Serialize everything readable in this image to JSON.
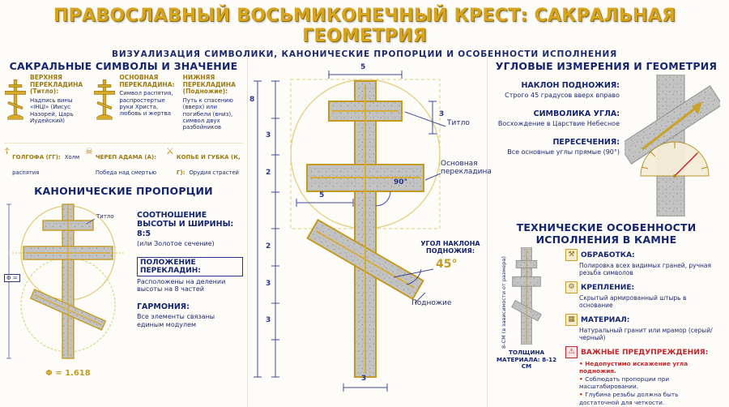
{
  "header": {
    "title": "ПРАВОСЛАВНЫЙ ВОСЬМИКОНЕЧНЫЙ КРЕСТ: САКРАЛЬНАЯ ГЕОМЕТРИЯ",
    "subtitle": "ВИЗУАЛИЗАЦИЯ СИМВОЛИКИ, КАНОНИЧЕСКИЕ ПРОПОРЦИИ И ОСОБЕННОСТИ ИСПОЛНЕНИЯ"
  },
  "sacred": {
    "title": "САКРАЛЬНЫЕ СИМВОЛЫ И ЗНАЧЕНИЕ",
    "items": [
      {
        "heading": "ВЕРХНЯЯ ПЕРЕКЛАДИНА (Титло):",
        "text": "Надпись вины «ІНЦІ» (Иисус Назорей, Царь Иудейский)"
      },
      {
        "heading": "ОСНОВНАЯ ПЕРЕКЛАДИНА:",
        "text": "Символ распятия, распростертые руки Христа, любовь и жертва"
      },
      {
        "heading": "НИЖНЯЯ ПЕРЕКЛАДИНА (Подножие):",
        "text": "Путь к спасению (вверх) или погибели (вниз), символ двух разбойников"
      }
    ],
    "glossary": [
      {
        "icon": "golgotha-cross-icon",
        "glyph": "☦",
        "heading": "ГОЛГОФА (ГГ):",
        "text": "Холм распятия"
      },
      {
        "icon": "skull-icon",
        "glyph": "☠",
        "heading": "ЧЕРЕП АДАМА (А):",
        "text": "Победа над смертью"
      },
      {
        "icon": "spear-sponge-icon",
        "glyph": "⚔",
        "heading": "КОПЬЕ И ГУБКА (К, Г):",
        "text": "Орудия страстей"
      }
    ]
  },
  "proportions": {
    "title": "КАНОНИЧЕСКИЕ ПРОПОРЦИИ",
    "titlo_label": "Титло",
    "phi_mark": "Φ =",
    "phi_value": "Φ = 1.618",
    "items": [
      {
        "heading": "СООТНОШЕНИЕ ВЫСОТЫ И ШИРИНЫ: 8:5",
        "text": "(или Золотое сечение)"
      },
      {
        "heading": "ПОЛОЖЕНИЕ ПЕРЕКЛАДИН:",
        "text": "Расположены на делении высоты на 8 частей"
      },
      {
        "heading": "ГАРМОНИЯ:",
        "text": "Все элементы связаны единым модулем"
      }
    ]
  },
  "diagram": {
    "dims": {
      "top_width": "5",
      "titlo_height": "3",
      "beam_width": "5",
      "base_width": "3",
      "total_height": "8",
      "left": [
        "3",
        "2",
        "2",
        "3",
        "3"
      ]
    },
    "labels": {
      "titlo": "Титло",
      "main_beam": "Основная перекладина",
      "right_angle": "90°",
      "foot_angle_heading": "УГОЛ НАКЛОНА ПОДНОЖИЯ:",
      "foot_angle_value": "45°",
      "foot": "Подножие"
    }
  },
  "angular": {
    "title": "УГЛОВЫЕ ИЗМЕРЕНИЯ И ГЕОМЕТРИЯ",
    "items": [
      {
        "heading": "НАКЛОН ПОДНОЖИЯ:",
        "text": "Строго 45 градусов вверх вправо"
      },
      {
        "heading": "СИМВОЛИКА УГЛА:",
        "text": "Восхождение в Царствие Небесное"
      },
      {
        "heading": "ПЕРЕСЕЧЕНИЯ:",
        "text": "Все основные углы прямые (90°)"
      }
    ]
  },
  "technical": {
    "title": "ТЕХНИЧЕСКИЕ ОСОБЕННОСТИ ИСПОЛНЕНИЯ В КАМНЕ",
    "thickness_caption": "ТОЛЩИНА МАТЕРИАЛА: 8-12 СМ",
    "thickness_side_note": "8-СМ (в зависимости от размера)",
    "items": [
      {
        "icon": "tools-icon",
        "glyph": "⚒",
        "heading": "ОБРАБОТКА:",
        "text": "Полировка всех видимых граней, ручная резьба символов"
      },
      {
        "icon": "fastening-icon",
        "glyph": "⚙",
        "heading": "КРЕПЛЕНИЕ:",
        "text": "Скрытый армированный штырь в основание"
      },
      {
        "icon": "material-icon",
        "glyph": "▦",
        "heading": "МАТЕРИАЛ:",
        "text": "Натуральный гранит или мрамор (серый/черный)"
      }
    ],
    "warnings": {
      "icon": "warning-icon",
      "glyph": "⚠",
      "heading": "ВАЖНЫЕ ПРЕДУПРЕЖДЕНИЯ:",
      "items": [
        "Недопустимо искажение угла подножия.",
        "Соблюдать пропорции при масштабировании.",
        "Глубина резьбы должна быть достаточной для четкости."
      ]
    }
  },
  "colors": {
    "accent_gold": "#C9A227",
    "navy": "#1E2A6E",
    "warning_red": "#C1272D",
    "granite_gray": "#BDBDBD"
  }
}
